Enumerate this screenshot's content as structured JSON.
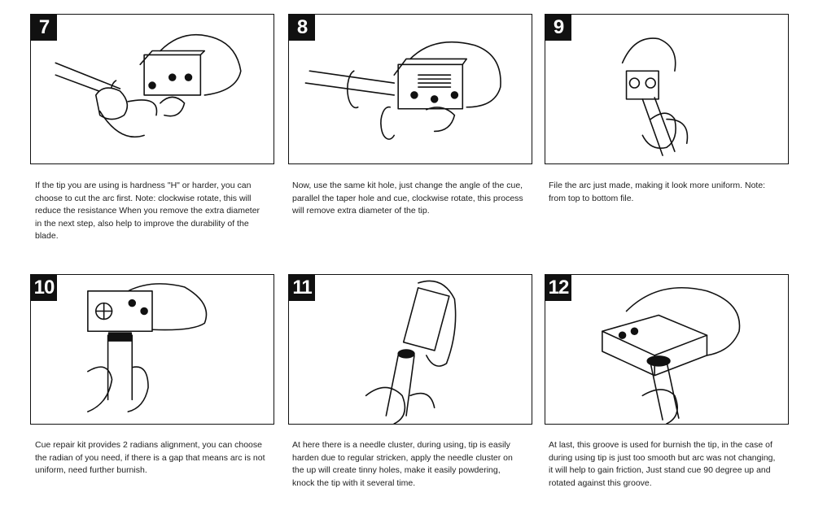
{
  "steps": [
    {
      "number": "7",
      "text": "If the tip you are using is hardness \"H\" or harder, you can choose to cut the arc first. Note: clockwise rotate, this will reduce the resistance When you remove the extra diameter in the next step, also help to improve the durability of the blade."
    },
    {
      "number": "8",
      "text": "Now, use the same kit hole, just change the angle of the cue, parallel the taper hole and cue, clockwise rotate, this process will remove extra diameter of the tip."
    },
    {
      "number": "9",
      "text": "File the arc just made, making it look more uniform. Note: from top to bottom file."
    },
    {
      "number": "10",
      "text": "Cue repair kit provides 2 radians alignment, you can choose the radian of you need, if there is a gap that means arc is not uniform, need further burnish."
    },
    {
      "number": "11",
      "text": "At here there is a needle cluster, during using, tip is easily harden due to regular stricken, apply the needle cluster on the up will create tinny holes, make it easily powdering, knock the tip with it several time."
    },
    {
      "number": "12",
      "text": "At last, this groove is used for burnish the tip, in the case of during using tip is just too smooth but arc was not changing, it will help to gain friction, Just stand cue 90 degree up and rotated against this groove."
    }
  ]
}
